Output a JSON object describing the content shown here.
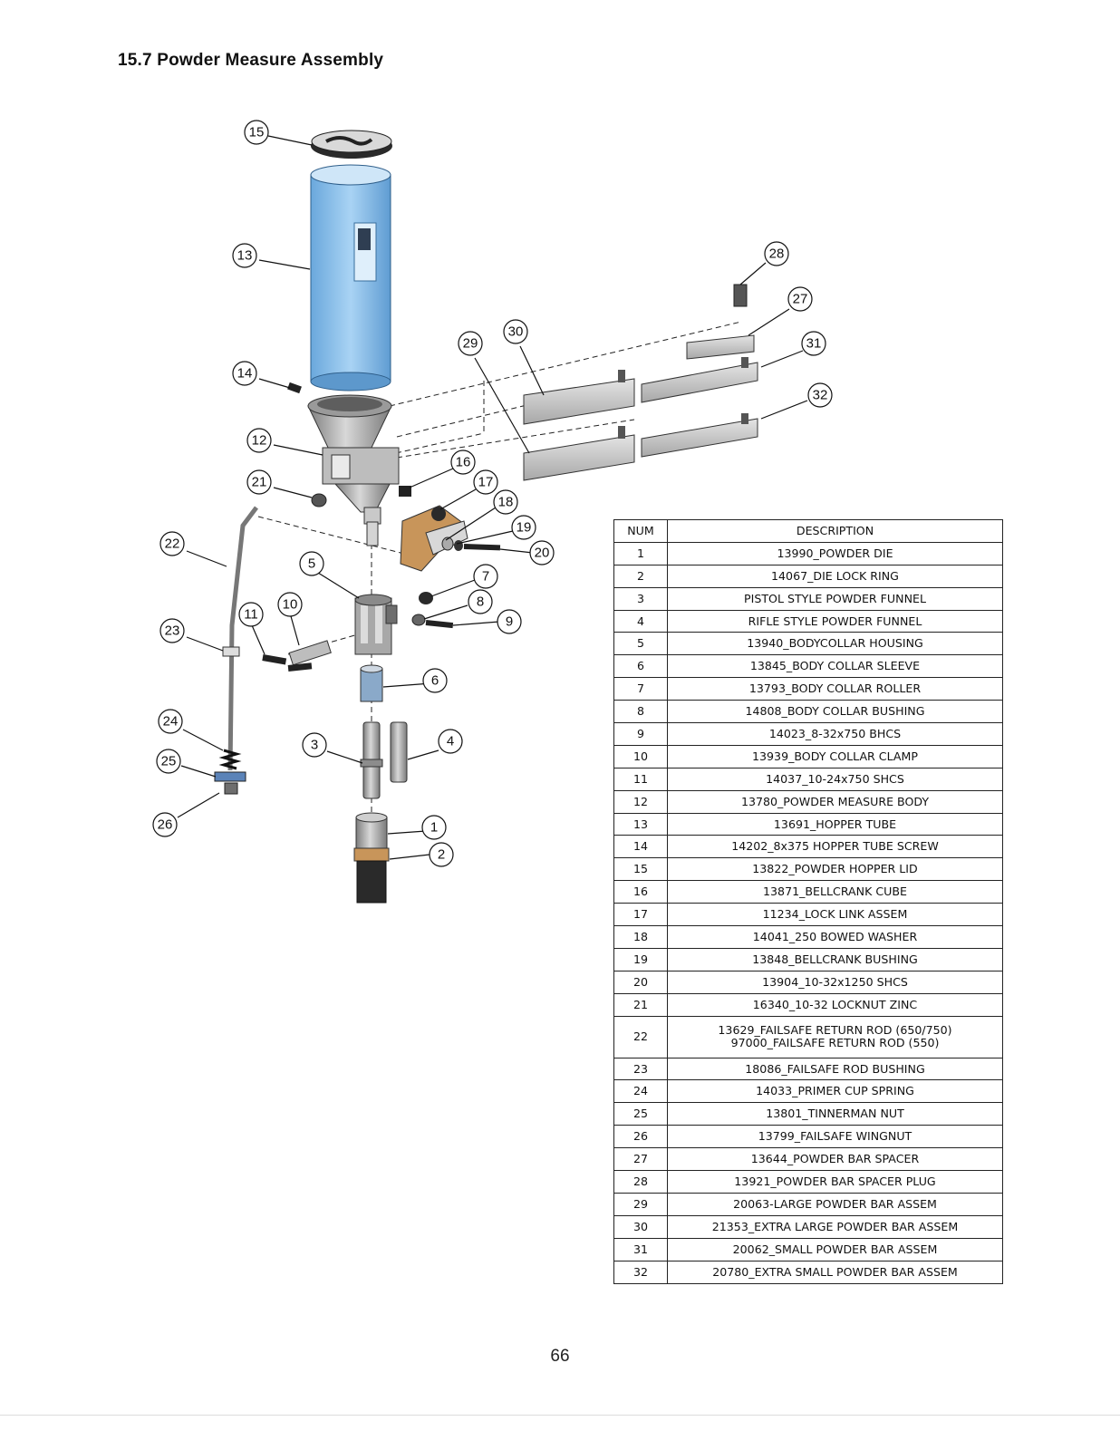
{
  "section_title": "15.7  Powder Measure Assembly",
  "page_number": "66",
  "parts_table": {
    "headers": {
      "num": "NUM",
      "description": "DESCRIPTION"
    },
    "rows": [
      {
        "num": "1",
        "description": "13990_POWDER DIE"
      },
      {
        "num": "2",
        "description": "14067_DIE LOCK RING"
      },
      {
        "num": "3",
        "description": "PISTOL STYLE POWDER FUNNEL"
      },
      {
        "num": "4",
        "description": "RIFLE STYLE POWDER FUNNEL"
      },
      {
        "num": "5",
        "description": "13940_BODYCOLLAR HOUSING"
      },
      {
        "num": "6",
        "description": "13845_BODY COLLAR SLEEVE"
      },
      {
        "num": "7",
        "description": "13793_BODY COLLAR ROLLER"
      },
      {
        "num": "8",
        "description": "14808_BODY COLLAR BUSHING"
      },
      {
        "num": "9",
        "description": "14023_8-32x750 BHCS"
      },
      {
        "num": "10",
        "description": "13939_BODY COLLAR CLAMP"
      },
      {
        "num": "11",
        "description": "14037_10-24x750 SHCS"
      },
      {
        "num": "12",
        "description": "13780_POWDER MEASURE BODY"
      },
      {
        "num": "13",
        "description": "13691_HOPPER TUBE"
      },
      {
        "num": "14",
        "description": "14202_8x375 HOPPER TUBE SCREW"
      },
      {
        "num": "15",
        "description": "13822_POWDER HOPPER LID"
      },
      {
        "num": "16",
        "description": "13871_BELLCRANK CUBE"
      },
      {
        "num": "17",
        "description": "11234_LOCK LINK ASSEM"
      },
      {
        "num": "18",
        "description": "14041_250 BOWED WASHER"
      },
      {
        "num": "19",
        "description": "13848_BELLCRANK BUSHING"
      },
      {
        "num": "20",
        "description": "13904_10-32x1250 SHCS"
      },
      {
        "num": "21",
        "description": "16340_10-32 LOCKNUT ZINC"
      },
      {
        "num": "22",
        "description": "13629_FAILSAFE RETURN ROD (650/750)",
        "description2": "97000_FAILSAFE RETURN ROD (550)"
      },
      {
        "num": "23",
        "description": "18086_FAILSAFE ROD BUSHING"
      },
      {
        "num": "24",
        "description": "14033_PRIMER CUP SPRING"
      },
      {
        "num": "25",
        "description": "13801_TINNERMAN NUT"
      },
      {
        "num": "26",
        "description": "13799_FAILSAFE WINGNUT"
      },
      {
        "num": "27",
        "description": "13644_POWDER BAR SPACER"
      },
      {
        "num": "28",
        "description": "13921_POWDER BAR SPACER PLUG"
      },
      {
        "num": "29",
        "description": "20063-LARGE POWDER BAR ASSEM"
      },
      {
        "num": "30",
        "description": "21353_EXTRA LARGE POWDER BAR ASSEM"
      },
      {
        "num": "31",
        "description": "20062_SMALL POWDER BAR ASSEM"
      },
      {
        "num": "32",
        "description": "20780_EXTRA SMALL POWDER BAR ASSEM"
      }
    ]
  },
  "diagram": {
    "callouts": [
      "1",
      "2",
      "3",
      "4",
      "5",
      "6",
      "7",
      "8",
      "9",
      "10",
      "11",
      "12",
      "13",
      "14",
      "15",
      "16",
      "17",
      "18",
      "19",
      "20",
      "21",
      "22",
      "23",
      "24",
      "25",
      "26",
      "27",
      "28",
      "29",
      "30",
      "31",
      "32"
    ],
    "colors": {
      "hopper": "#8fc3ec",
      "metal": "#b5b5b5",
      "dark_metal": "#6e6e6e",
      "brass": "#c8955a",
      "black": "#1c1c1c",
      "line": "#222222"
    }
  }
}
